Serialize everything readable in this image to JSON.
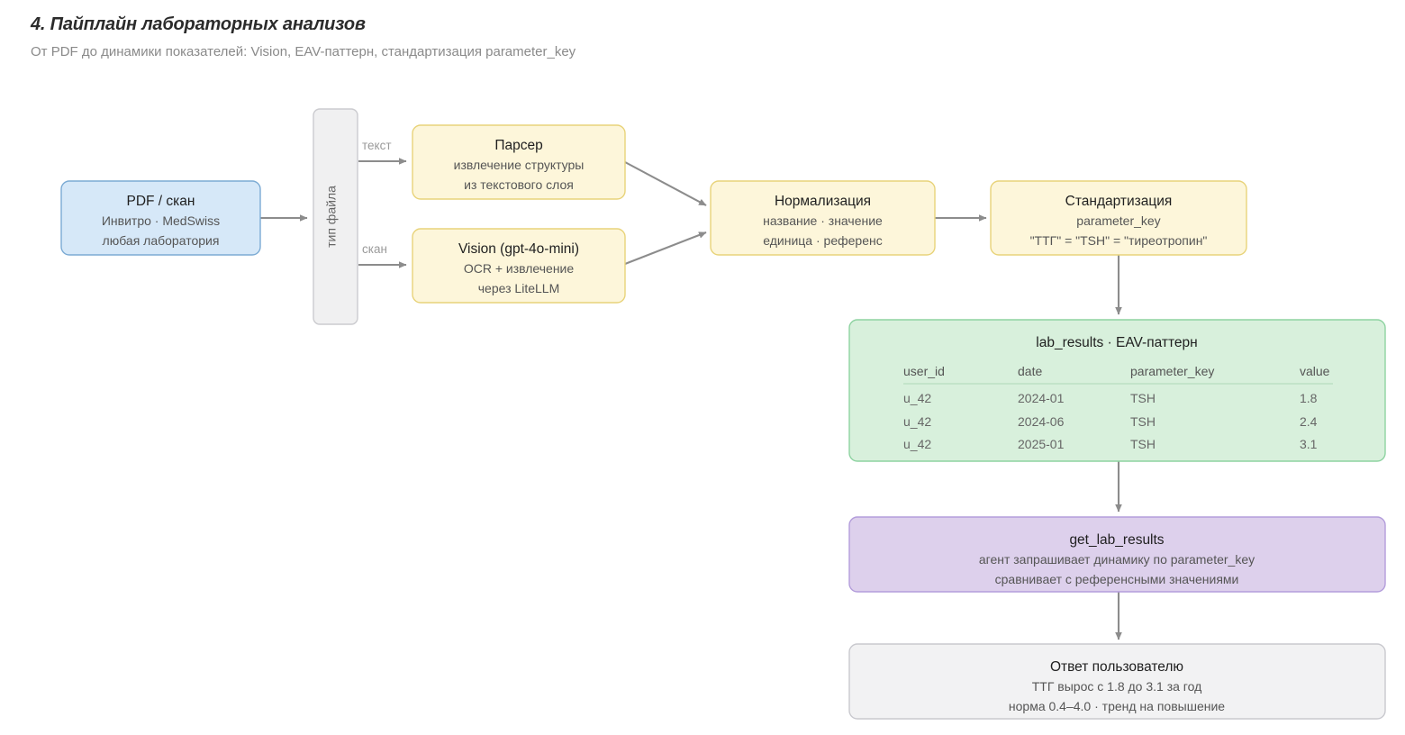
{
  "header": {
    "title": "4. Пайплайн лабораторных анализов",
    "subtitle": "От PDF до динамики показателей: Vision, EAV-паттерн, стандартизация parameter_key"
  },
  "colors": {
    "blue_fill": "#d6e8f8",
    "blue_stroke": "#7cabd4",
    "yellow_fill": "#fdf6da",
    "yellow_stroke": "#e8d37a",
    "green_fill": "#d8f0dc",
    "green_stroke": "#8ed3a1",
    "purple_fill": "#ddd0ec",
    "purple_stroke": "#b39ddb",
    "grey_fill": "#f2f2f3",
    "grey_stroke": "#c9c9ce",
    "edge": "#8c8c8c"
  },
  "nodes": {
    "source": {
      "title": "PDF / скан",
      "line1": "Инвитро · MedSwiss",
      "line2": "любая лаборатория"
    },
    "filetype": {
      "label": "тип файла"
    },
    "parser": {
      "title": "Парсер",
      "line1": "извлечение структуры",
      "line2": "из текстового слоя"
    },
    "vision": {
      "title": "Vision (gpt-4o-mini)",
      "line1": "OCR + извлечение",
      "line2": "через LiteLLM"
    },
    "normalization": {
      "title": "Нормализация",
      "line1": "название · значение",
      "line2": "единица · референс"
    },
    "standardization": {
      "title": "Стандартизация",
      "line1": "parameter_key",
      "line2": "\"ТТГ\" = \"TSH\" = \"тиреотропин\""
    },
    "lab_results": {
      "title": "lab_results · EAV-паттерн"
    },
    "tool": {
      "title": "get_lab_results",
      "line1": "агент запрашивает динамику по parameter_key",
      "line2": "сравнивает с референсными значениями"
    },
    "answer": {
      "title": "Ответ пользователю",
      "line1": "ТТГ вырос с 1.8 до 3.1 за год",
      "line2": "норма 0.4–4.0 · тренд на повышение"
    }
  },
  "edge_labels": {
    "text": "текст",
    "scan": "скан"
  },
  "table": {
    "columns": [
      "user_id",
      "date",
      "parameter_key",
      "value"
    ],
    "rows": [
      [
        "u_42",
        "2024-01",
        "TSH",
        "1.8"
      ],
      [
        "u_42",
        "2024-06",
        "TSH",
        "2.4"
      ],
      [
        "u_42",
        "2025-01",
        "TSH",
        "3.1"
      ]
    ]
  }
}
